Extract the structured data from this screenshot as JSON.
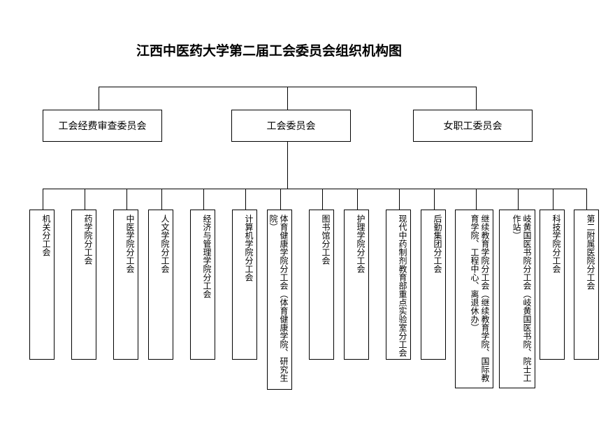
{
  "title": "江西中医药大学第二届工会委员会组织机构图",
  "top_boxes": {
    "left": "工会经费审查委员会",
    "center": "工会委员会",
    "right": "女职工委员会"
  },
  "units": [
    "机关分工会",
    "药学院分工会",
    "中医学院分工会",
    "人文学院分工会",
    "经济与管理学院分工会",
    "计算机学院分工会",
    "体育健康学院分工会（体育健康学院、研究生院）",
    "图书馆分工会",
    "护理学院分工会",
    "现代中药制剂教育部重点实验室分工会",
    "后勤集团分工会",
    "继续教育学院分工会（继续教育学院、国际教育学院、工程中心、离退休办）",
    "岐黄国医书院分工会（岐黄国医书院、院士工作站）",
    "科技学院分工会",
    "第二附属医院分工会"
  ]
}
